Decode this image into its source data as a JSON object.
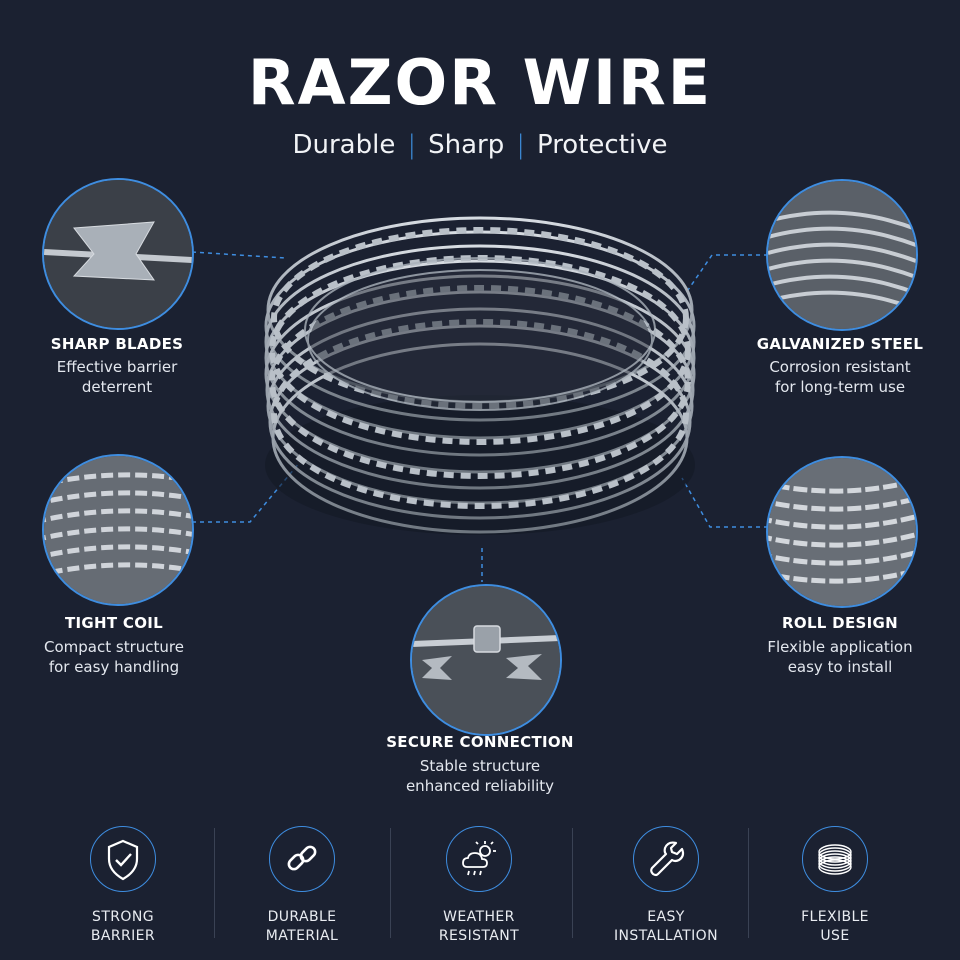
{
  "header": {
    "title": "RAZOR WIRE",
    "subtitle_parts": [
      "Durable",
      "Sharp",
      "Protective"
    ],
    "separator": "|"
  },
  "features": {
    "sharp_blades": {
      "title": "SHARP BLADES",
      "line1": "Effective barrier",
      "line2": "deterrent"
    },
    "galvanized_steel": {
      "title": "GALVANIZED STEEL",
      "line1": "Corrosion resistant",
      "line2": "for long-term use"
    },
    "tight_coil": {
      "title": "TIGHT COIL",
      "line1": "Compact structure",
      "line2": "for easy handling"
    },
    "roll_design": {
      "title": "ROLL DESIGN",
      "line1": "Flexible application",
      "line2": "easy to install"
    },
    "secure_connection": {
      "title": "SECURE CONNECTION",
      "line1": "Stable structure",
      "line2": "enhanced reliability"
    }
  },
  "benefits": [
    {
      "icon": "shield-check-icon",
      "line1": "STRONG",
      "line2": "BARRIER"
    },
    {
      "icon": "chain-link-icon",
      "line1": "DURABLE",
      "line2": "MATERIAL"
    },
    {
      "icon": "weather-icon",
      "line1": "WEATHER",
      "line2": "RESISTANT"
    },
    {
      "icon": "wrench-icon",
      "line1": "EASY",
      "line2": "INSTALLATION"
    },
    {
      "icon": "coil-icon",
      "line1": "FLEXIBLE",
      "line2": "USE"
    }
  ],
  "colors": {
    "background": "#1b2131",
    "accent": "#3e8de0",
    "text": "#ffffff"
  }
}
